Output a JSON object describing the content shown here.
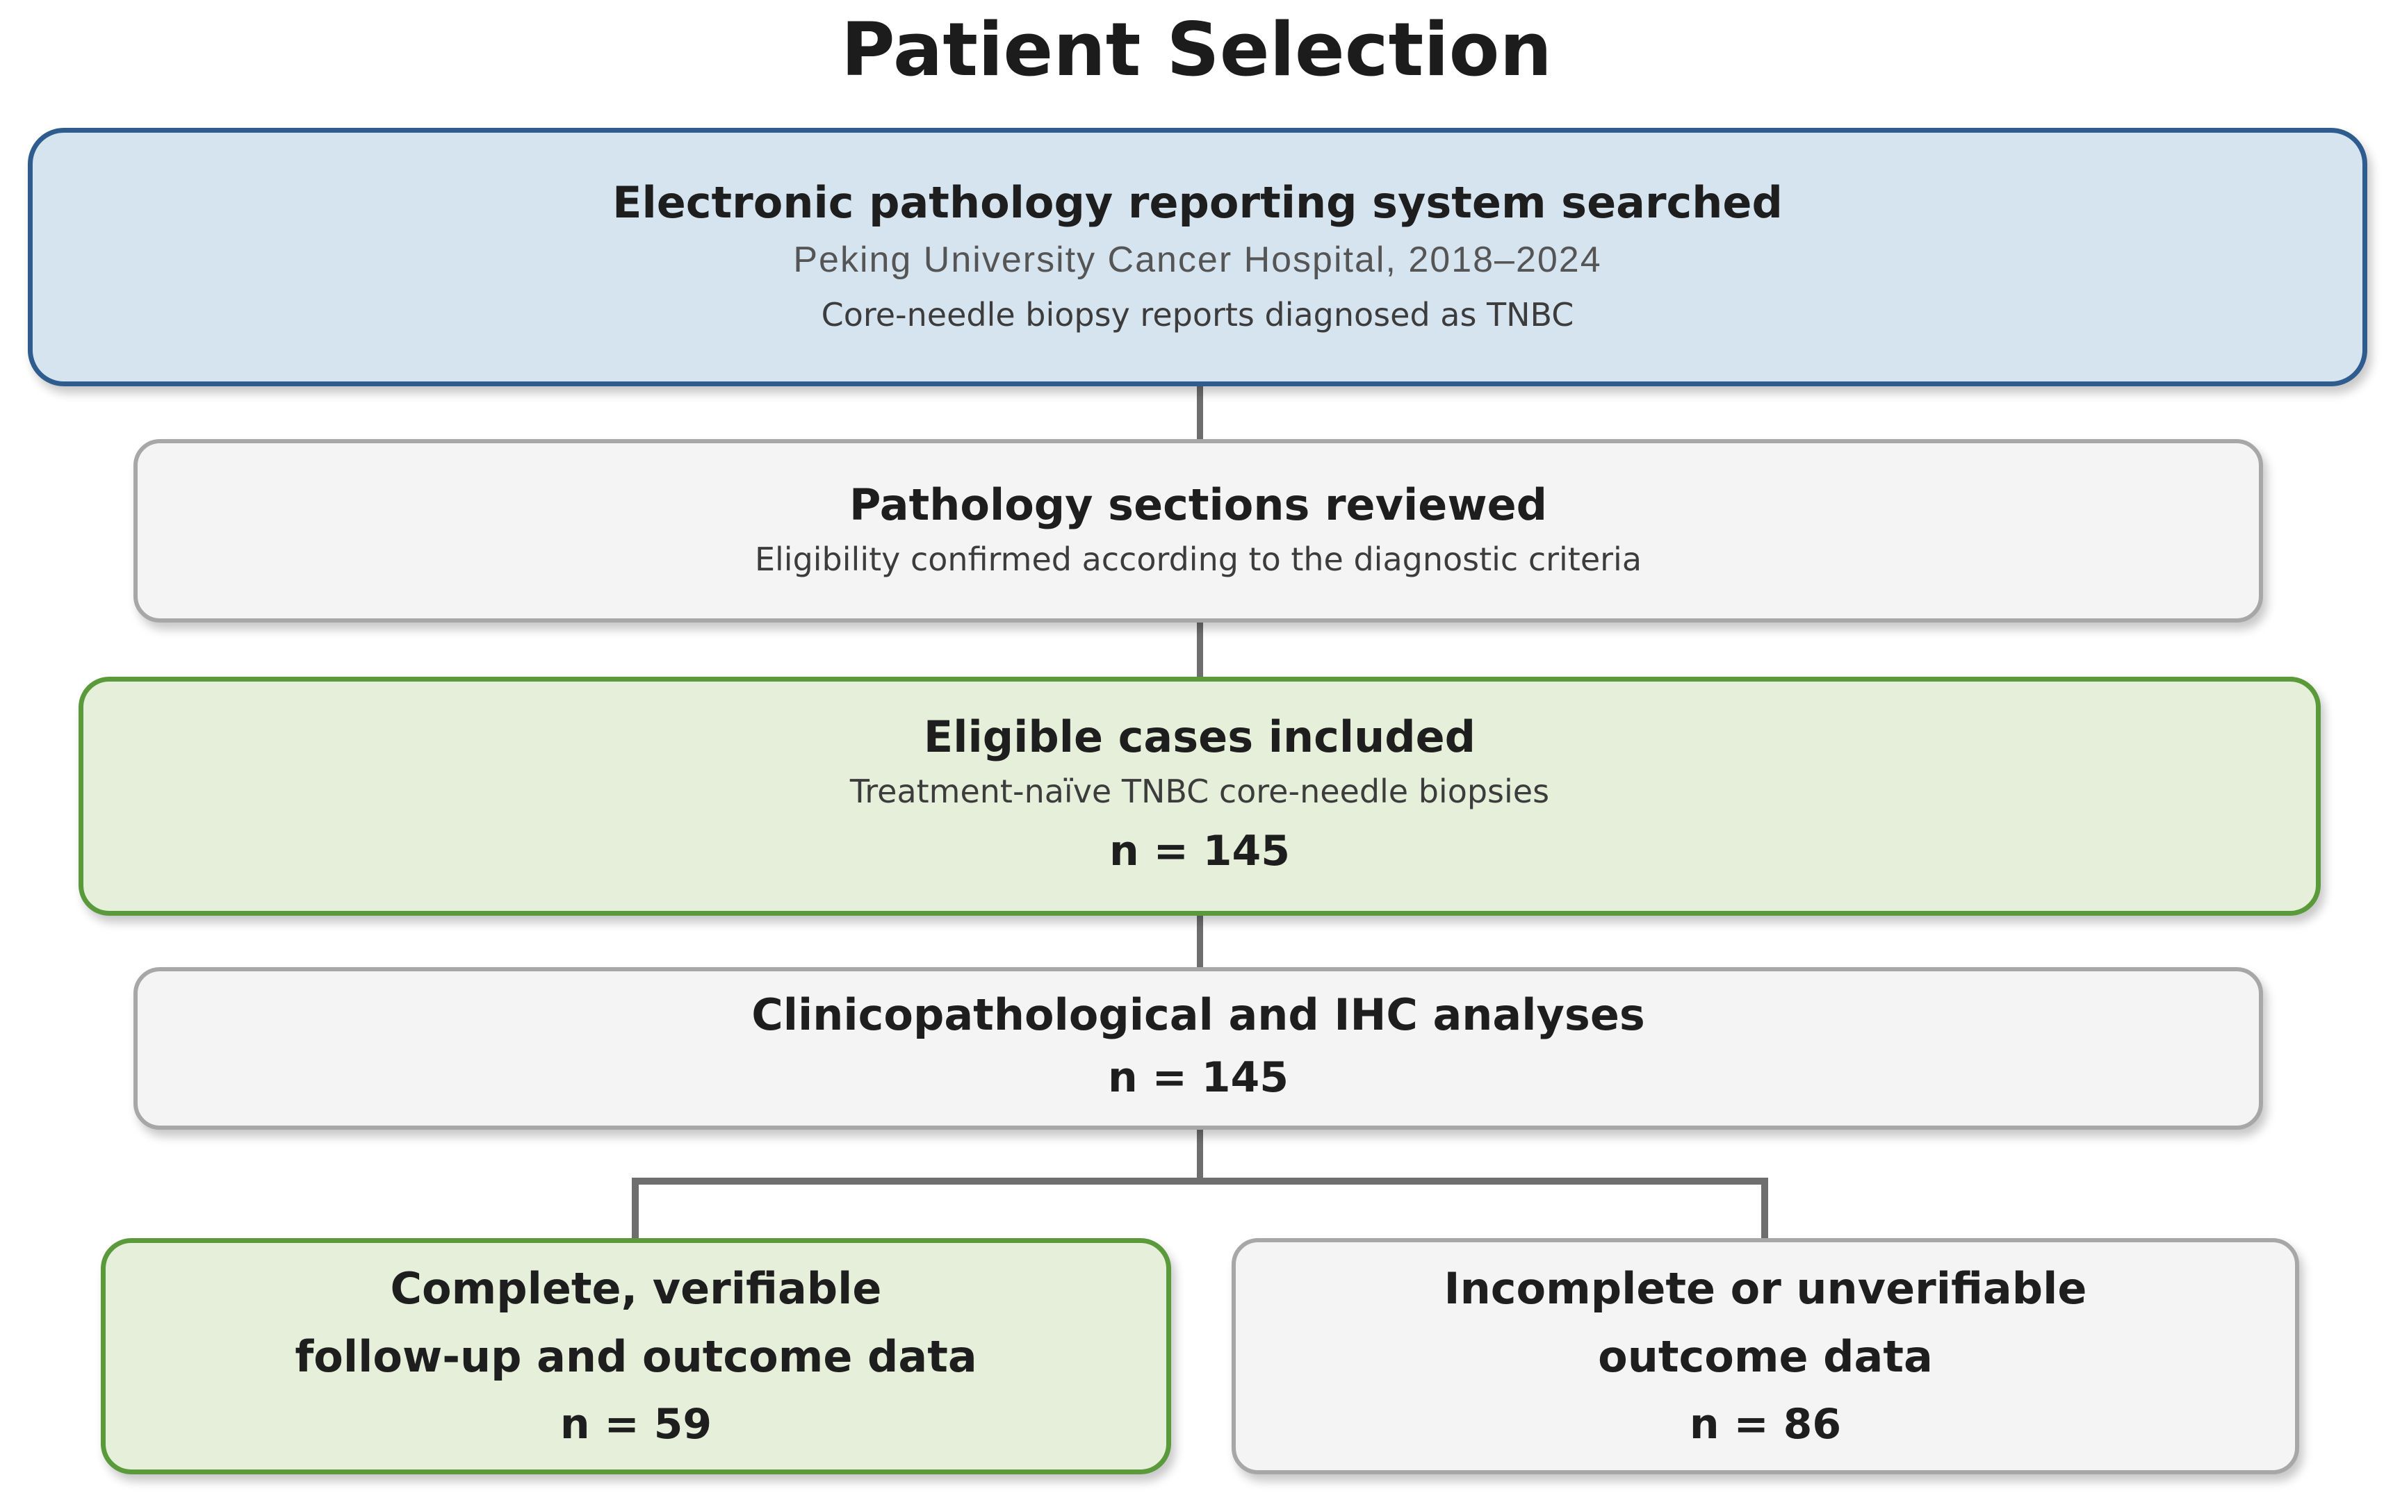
{
  "title": "Patient Selection",
  "boxes": {
    "search": {
      "heading": "Electronic pathology reporting system searched",
      "institution": "Peking University Cancer Hospital, 2018–2024",
      "detail": "Core-needle biopsy reports diagnosed as TNBC"
    },
    "review": {
      "heading": "Pathology sections reviewed",
      "detail": "Eligibility confirmed according to the diagnostic criteria"
    },
    "eligible": {
      "heading": "Eligible cases included",
      "detail": "Treatment-naïve TNBC core-needle biopsies",
      "count": "n = 145"
    },
    "analyses": {
      "heading": "Clinicopathological and IHC analyses",
      "count": "n = 145"
    },
    "complete": {
      "line1": "Complete, verifiable",
      "line2": "follow-up and outcome data",
      "count": "n = 59"
    },
    "incomplete": {
      "line1": "Incomplete or unverifiable",
      "line2": "outcome data",
      "count": "n = 86"
    }
  },
  "colors": {
    "blue_fill": "#d6e4f0",
    "blue_border": "#2e5c8e",
    "green_fill": "#e6efda",
    "green_border": "#5a9a3a",
    "gray_fill": "#f4f4f4",
    "gray_border": "#a7a7a7",
    "connector": "#6e6e6e"
  }
}
